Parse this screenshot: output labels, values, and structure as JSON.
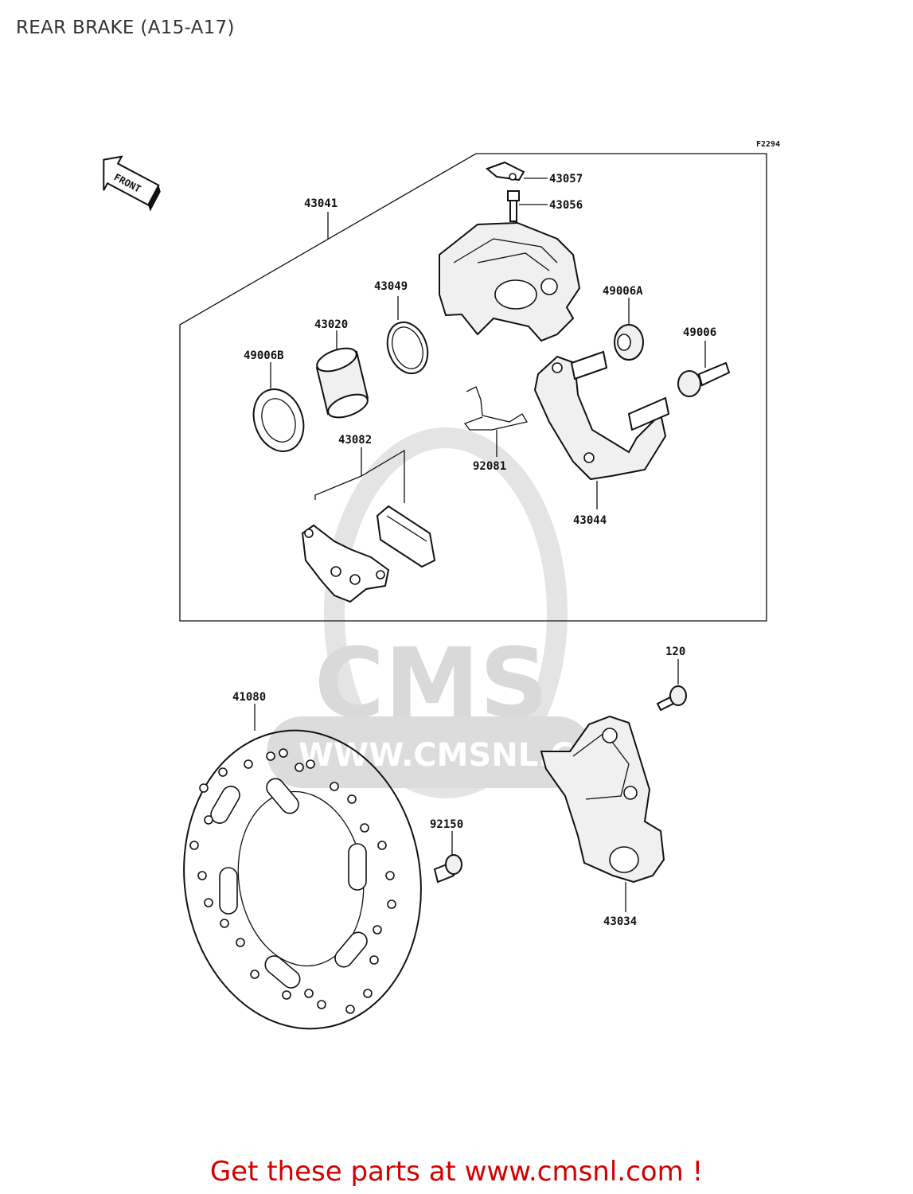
{
  "page": {
    "title": "REAR BRAKE (A15-A17)",
    "call_to_action": "Get these parts at www.cmsnl.com !"
  },
  "diagram": {
    "figure_code": "F2294",
    "front_label": "FRONT",
    "watermark": {
      "logo_text": "CMS",
      "url_text": "WWW.CMSNL.COM"
    },
    "parts": [
      {
        "id": "43057",
        "label": "43057"
      },
      {
        "id": "43056",
        "label": "43056"
      },
      {
        "id": "43041",
        "label": "43041"
      },
      {
        "id": "43049",
        "label": "43049"
      },
      {
        "id": "49006A",
        "label": "49006A"
      },
      {
        "id": "43020",
        "label": "43020"
      },
      {
        "id": "49006",
        "label": "49006"
      },
      {
        "id": "49006B",
        "label": "49006B"
      },
      {
        "id": "43082",
        "label": "43082"
      },
      {
        "id": "92081",
        "label": "92081"
      },
      {
        "id": "43044",
        "label": "43044"
      },
      {
        "id": "120",
        "label": "120"
      },
      {
        "id": "41080",
        "label": "41080"
      },
      {
        "id": "92150",
        "label": "92150"
      },
      {
        "id": "43034",
        "label": "43034"
      }
    ]
  },
  "colors": {
    "line": "#111111",
    "watermark": "#d9d9d9",
    "cta": "#d40000"
  }
}
